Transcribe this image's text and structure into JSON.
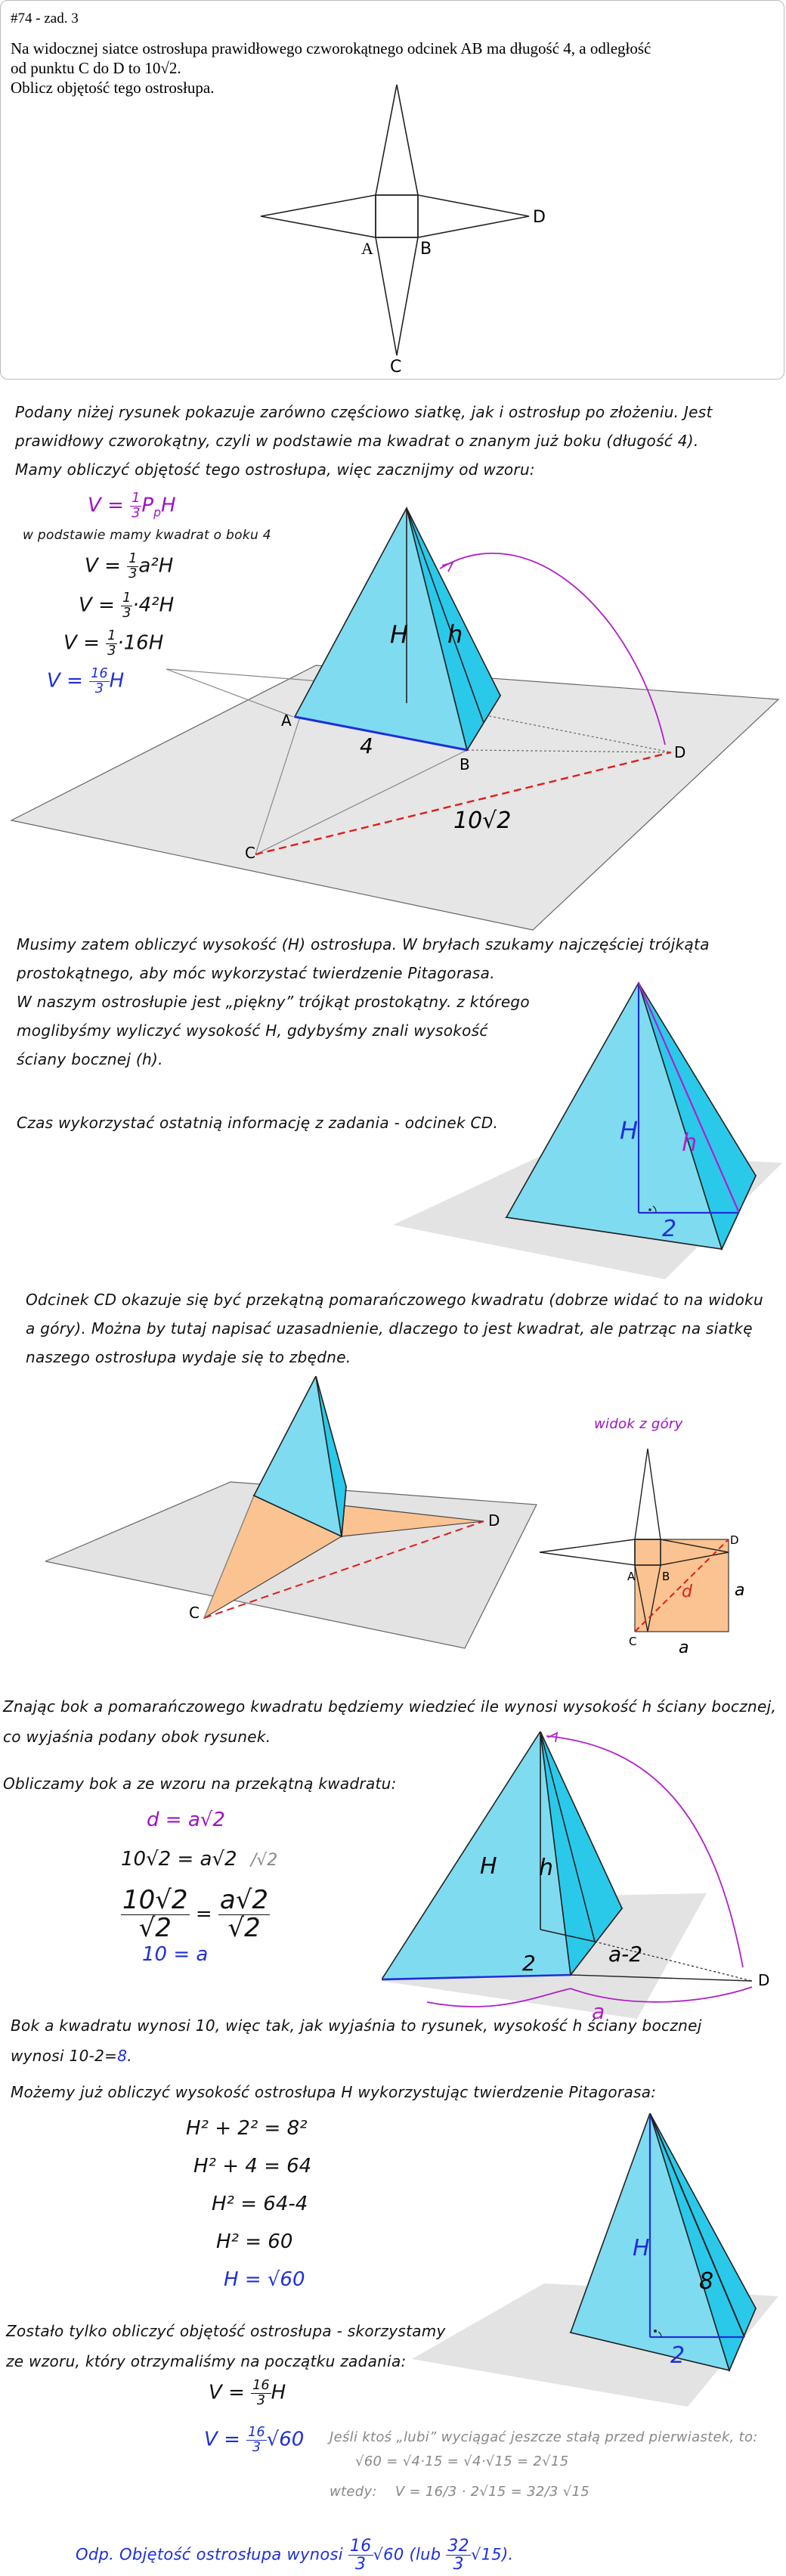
{
  "task": {
    "header": "#74 - zad. 3",
    "line1": "Na widocznej siatce ostrosłupa prawidłowego czworokątnego odcinek AB ma długość 4, a odległość",
    "line2": "od punktu C do D to 10√2.",
    "line3": "Oblicz objętość tego ostrosłupa.",
    "labels": {
      "A": "A",
      "B": "B",
      "C": "C",
      "D": "D"
    }
  },
  "intro": {
    "line1": "Podany niżej rysunek pokazuje zarówno częściowo siatkę, jak i ostrosłup po złożeniu. Jest",
    "line2": "prawidłowy czworokątny, czyli w podstawie ma kwadrat o znanym już boku (długość 4).",
    "line3": "Mamy obliczyć objętość tego ostrosłupa, więc zacznijmy od wzoru:"
  },
  "volume_formula": {
    "v": "V",
    "eq": "=",
    "num": "1",
    "den": "3",
    "pp": "P",
    "pp_sub": "p",
    "h": "H",
    "note": "w podstawie mamy kwadrat o boku 4",
    "step1_rest": "a²H",
    "step2_rest": "·4²H",
    "step3_rest": "·16H",
    "result_num": "16",
    "result_den": "3",
    "result_h": "H"
  },
  "fig2_labels": {
    "A": "A",
    "B": "B",
    "C": "C",
    "D": "D",
    "H": "H",
    "h": "h",
    "four": "4",
    "cd": "10√2"
  },
  "section2": {
    "line1": "Musimy zatem obliczyć wysokość (H) ostrosłupa. W bryłach szukamy najczęściej trójkąta",
    "line2": "prostokątnego, aby móc wykorzystać twierdzenie Pitagorasa.",
    "line3": "W naszym ostrosłupie jest „piękny” trójkąt prostokątny. z którego",
    "line4": "moglibyśmy wyliczyć wysokość H, gdybyśmy znali wysokość",
    "line5": "ściany bocznej (h).",
    "line6": "Czas wykorzystać ostatnią informację z zadania - odcinek CD."
  },
  "fig3_labels": {
    "H": "H",
    "h": "h",
    "two": "2"
  },
  "section3": {
    "line1": "Odcinek CD okazuje się być przekątną pomarańczowego kwadratu (dobrze widać to na widoku",
    "line2": "a góry). Można by tutaj napisać uzasadnienie, dlaczego to jest kwadrat, ale patrząc na siatkę",
    "line3": "naszego ostrosłupa wydaje się to zbędne."
  },
  "fig4_labels": {
    "C": "C",
    "D": "D"
  },
  "fig5_labels": {
    "title": "widok z góry",
    "A": "A",
    "B": "B",
    "C": "C",
    "D": "D",
    "d": "d",
    "a1": "a",
    "a2": "a"
  },
  "section4": {
    "line1": "Znając bok a pomarańczowego kwadratu będziemy wiedzieć ile wynosi wysokość h ściany bocznej,",
    "line2": "co wyjaśnia podany obok rysunek.",
    "line3": "Obliczamy bok a ze wzoru na przekątną kwadratu:"
  },
  "diag_formula": {
    "f1": "d = a√2",
    "f2_left": "10√2 = a√2",
    "f2_op": "/√2",
    "f3_ln": "10√2",
    "f3_ld": "√2",
    "f3_eq": "=",
    "f3_rn": "a√2",
    "f3_rd": "√2",
    "f4": "10 = a"
  },
  "fig6_labels": {
    "H": "H",
    "h": "h",
    "two": "2",
    "a_minus": "a-2",
    "a": "a",
    "D": "D"
  },
  "section5": {
    "line1_start": "Bok a kwadratu wynosi 10, więc tak, jak wyjaśnia to rysunek, wysokość h ściany bocznej",
    "line2_start": "wynosi 10-2=",
    "line2_value": "8",
    "line2_end": ".",
    "line3": "Możemy już obliczyć wysokość ostrosłupa H wykorzystując twierdzenie Pitagorasa:"
  },
  "pyth": {
    "p1": "H² + 2² = 8²",
    "p2": "H² + 4 = 64",
    "p3": "H² = 64-4",
    "p4": "H² = 60",
    "p5": "H = √60"
  },
  "fig7_labels": {
    "H": "H",
    "eight": "8",
    "two": "2"
  },
  "section6": {
    "line1": "Zostało tylko obliczyć objętość ostrosłupa - skorzystamy",
    "line2": "ze wzoru, który otrzymaliśmy na początku zadania:"
  },
  "final_formula": {
    "v1_num": "16",
    "v1_den": "3",
    "v1_rest": "H",
    "v2_num": "16",
    "v2_den": "3",
    "v2_rest": "√60"
  },
  "note": {
    "line1": "Jeśli ktoś „lubi” wyciągać jeszcze stałą przed pierwiastek, to:",
    "line2": "√60 = √4·15 = √4·√15 = 2√15",
    "line3_label": "wtedy:",
    "line3_formula": "V = 16/3 · 2√15 = 32/3 √15"
  },
  "answer": {
    "prefix": "Odp. Objętość ostrosłupa wynosi",
    "n1": "16",
    "d1": "3",
    "r1": "√60",
    "mid": "(lub",
    "n2": "32",
    "d2": "3",
    "r2": "√15",
    "end": ")."
  }
}
